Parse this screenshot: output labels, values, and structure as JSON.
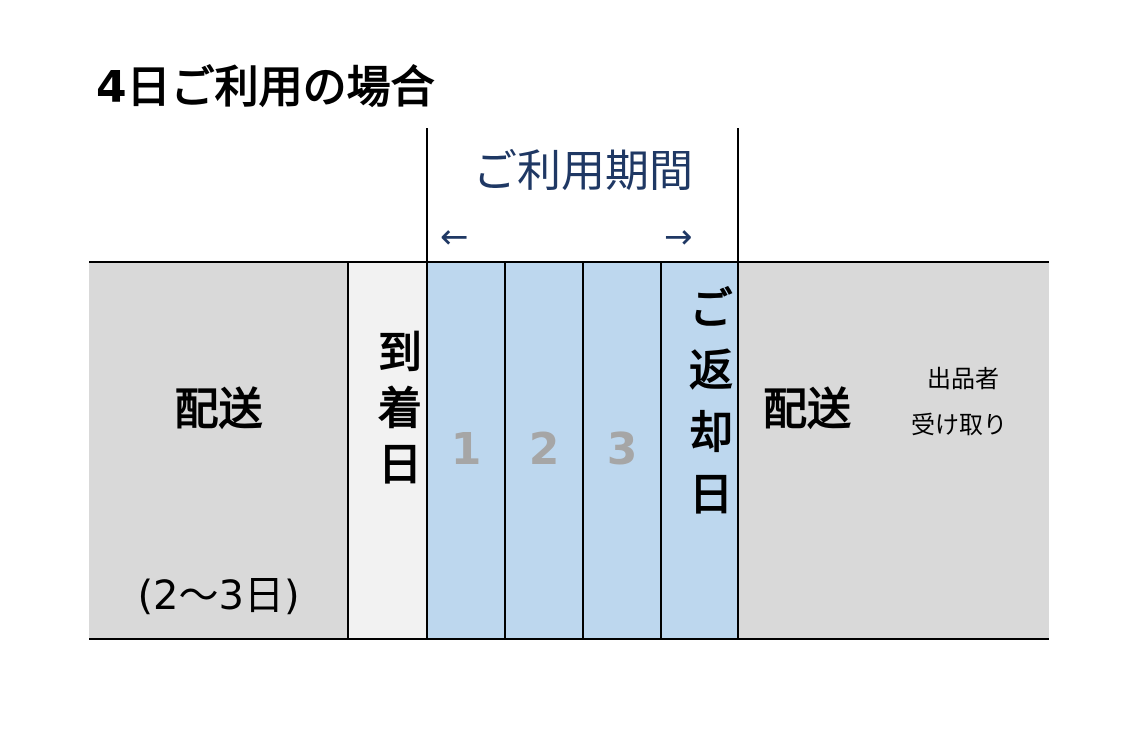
{
  "title": "4日ご利用の場合",
  "period": {
    "label": "ご利用期間",
    "arrow_left": "←",
    "arrow_right": "→"
  },
  "columns": {
    "delivery_out": {
      "label": "配送",
      "duration": "(2〜3日)"
    },
    "arrival_day": {
      "label": "到着日"
    },
    "days": [
      "1",
      "2",
      "3"
    ],
    "return_day": {
      "label": "ご返却日"
    },
    "delivery_back": {
      "label": "配送",
      "note_line1": "出品者",
      "note_line2": "受け取り"
    }
  },
  "colors": {
    "delivery": "#d9d9d9",
    "arrival": "#f2f2f2",
    "usage": "#bdd7ee",
    "period_text": "#1f3864",
    "day_number": "#a6a6a6"
  }
}
